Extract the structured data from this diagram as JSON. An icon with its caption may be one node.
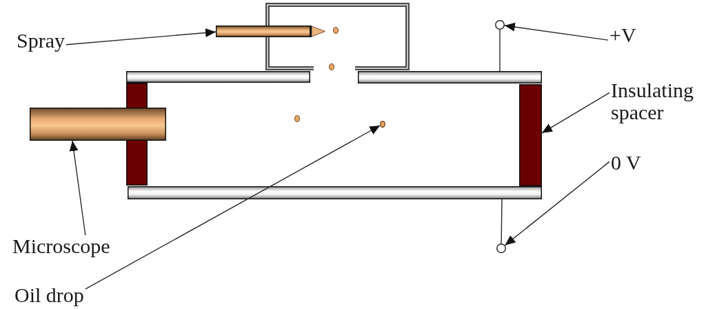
{
  "diagram": {
    "nodes": [
      {
        "text": [
          "Spray"
        ]
      },
      {
        "text": [],
        "shape": "cylinder"
      },
      {
        "text": [],
        "shape": "circle"
      },
      {
        "text": [
          "+V"
        ]
      },
      {
        "text": [],
        "shape": "bar"
      },
      {
        "text": [],
        "shape": "bar"
      },
      {
        "text": [],
        "shape": "bar"
      },
      {
        "text": [
          "Insulating spacer"
        ]
      },
      {
        "text": [],
        "shape": "bar"
      },
      {
        "text": [],
        "shape": "cylinder"
      },
      {
        "text": [],
        "shape": "circle"
      },
      {
        "text": [
          "0 V"
        ]
      },
      {
        "text": [],
        "shape": "bar"
      },
      {
        "text": [],
        "shape": "circle"
      },
      {
        "text": [
          "Microscope"
        ]
      },
      {
        "text": [
          "Oil drop"
        ]
      }
    ],
    "edges": [
      {
        "from": 0,
        "to": 1,
        "arrow": "to"
      },
      {
        "from": 3,
        "to": 2,
        "arrow": "to"
      },
      {
        "from": 2,
        "to": 5,
        "arrow": "none"
      },
      {
        "from": 7,
        "to": 8,
        "arrow": "to"
      },
      {
        "from": 11,
        "to": 13,
        "arrow": "to"
      },
      {
        "from": 12,
        "to": 13,
        "arrow": "none"
      },
      {
        "from": 14,
        "to": 9,
        "arrow": "to"
      },
      {
        "from": 15,
        "to": 10,
        "arrow": "to"
      }
    ]
  }
}
